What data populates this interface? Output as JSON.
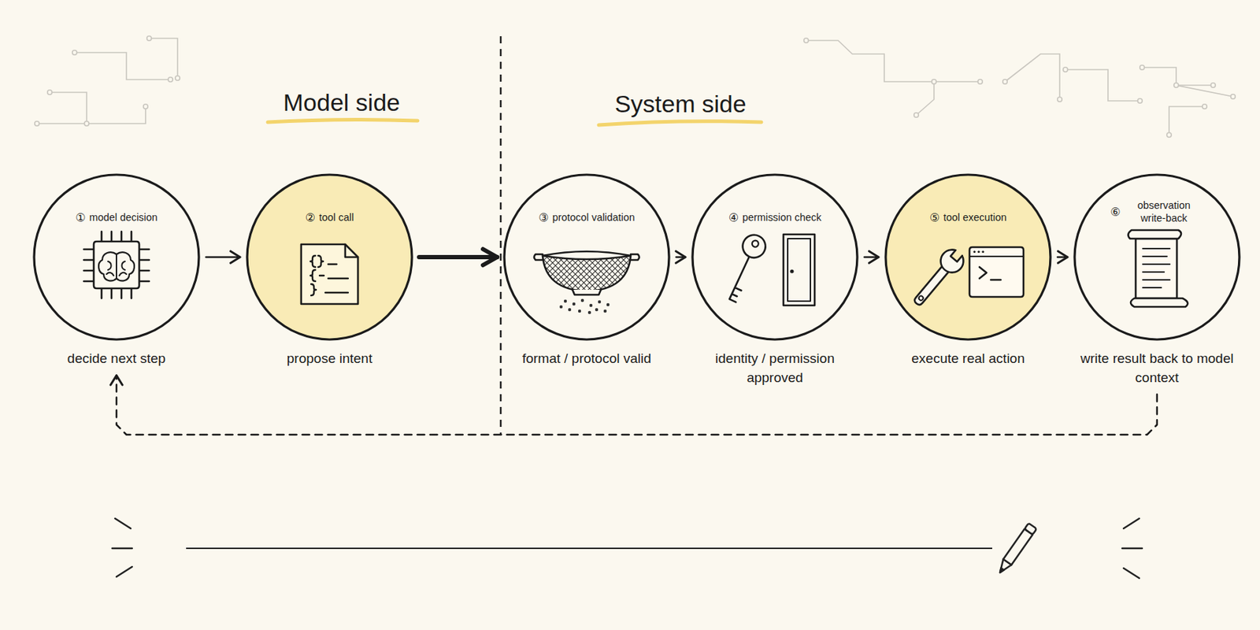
{
  "diagram": {
    "nodes": [
      {
        "text": [
          "①",
          "model decision",
          "decide next step"
        ]
      },
      {
        "text": [
          "②",
          "tool call",
          "propose intent"
        ]
      },
      {
        "text": [
          "③",
          "protocol validation",
          "format / protocol valid"
        ]
      },
      {
        "text": [
          "④",
          "permission check",
          "identity / permission approved"
        ]
      },
      {
        "text": [
          "⑤",
          "tool execution",
          "execute real action"
        ]
      },
      {
        "text": [
          "⑥",
          "observation write-back",
          "write result back to model context"
        ]
      }
    ],
    "edges": [
      {
        "from": 0,
        "to": 1,
        "arrow": "to"
      },
      {
        "from": 1,
        "to": 2,
        "arrow": "to"
      },
      {
        "from": 2,
        "to": 3,
        "arrow": "to"
      },
      {
        "from": 3,
        "to": 4,
        "arrow": "to"
      },
      {
        "from": 4,
        "to": 5,
        "arrow": "to"
      },
      {
        "from": 5,
        "to": 0,
        "arrow": "to"
      }
    ],
    "labels": [
      "Model side",
      "System side"
    ]
  }
}
